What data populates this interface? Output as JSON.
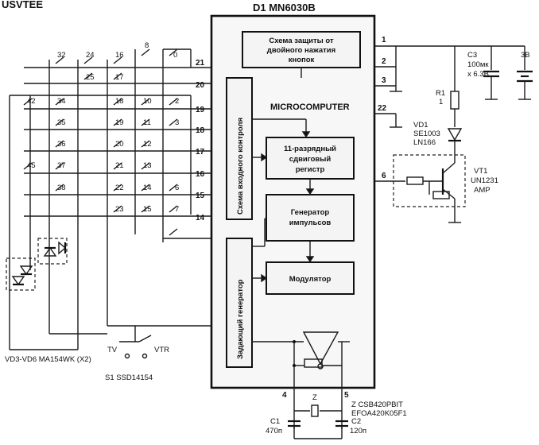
{
  "header": {
    "fragment": "USVTEE"
  },
  "chip": {
    "name": "D1 MN6030B",
    "core_label": "MICROCOMPUTER",
    "protection_block": [
      "Схема защиты от",
      "двойного нажатия",
      "кнопок"
    ],
    "input_control_block": "Схема входного контроля",
    "master_osc_block": "Задающий генератор",
    "shift_register_block": [
      "11-разрядный",
      "сдвиговый",
      "регистр"
    ],
    "pulse_gen_block": [
      "Генератор",
      "импульсов"
    ],
    "modulator_block": "Модулятор",
    "right_pins": [
      "1",
      "2",
      "3",
      "22",
      "6"
    ],
    "left_pins": [
      "21",
      "20",
      "19",
      "18",
      "17",
      "16",
      "15",
      "14"
    ],
    "bottom_pins": [
      "4",
      "5"
    ]
  },
  "keypad": {
    "row1": [
      "32",
      "24",
      "16",
      "8",
      "0"
    ],
    "row2": [
      "25",
      "17"
    ],
    "row3": [
      "42",
      "34",
      "18",
      "10",
      "2"
    ],
    "row4": [
      "35",
      "19",
      "11",
      "3"
    ],
    "row5": [
      "36",
      "20",
      "12"
    ],
    "row6": [
      "45",
      "37",
      "21",
      "13"
    ],
    "row7": [
      "38",
      "22",
      "14",
      "6"
    ],
    "row8": [
      "23",
      "15",
      "7"
    ]
  },
  "components": {
    "c3": [
      "C3",
      "100мк",
      "х 6.3В"
    ],
    "battery": "3В",
    "r1": [
      "R1",
      "1"
    ],
    "vd1": [
      "VD1",
      "SE1003",
      "LN166"
    ],
    "vt1": [
      "VT1",
      "UN1231",
      "AMP"
    ],
    "z": "Z",
    "z_note": [
      "Z CSB420PBIT",
      "EFOA420K05F1"
    ],
    "c1": [
      "C1",
      "470п"
    ],
    "c2": [
      "C2",
      "120п"
    ],
    "switch": {
      "left": "TV",
      "right": "VTR",
      "name": "S1 SSD14154"
    },
    "diodes": "VD3-VD6 MA154WK (X2)"
  }
}
